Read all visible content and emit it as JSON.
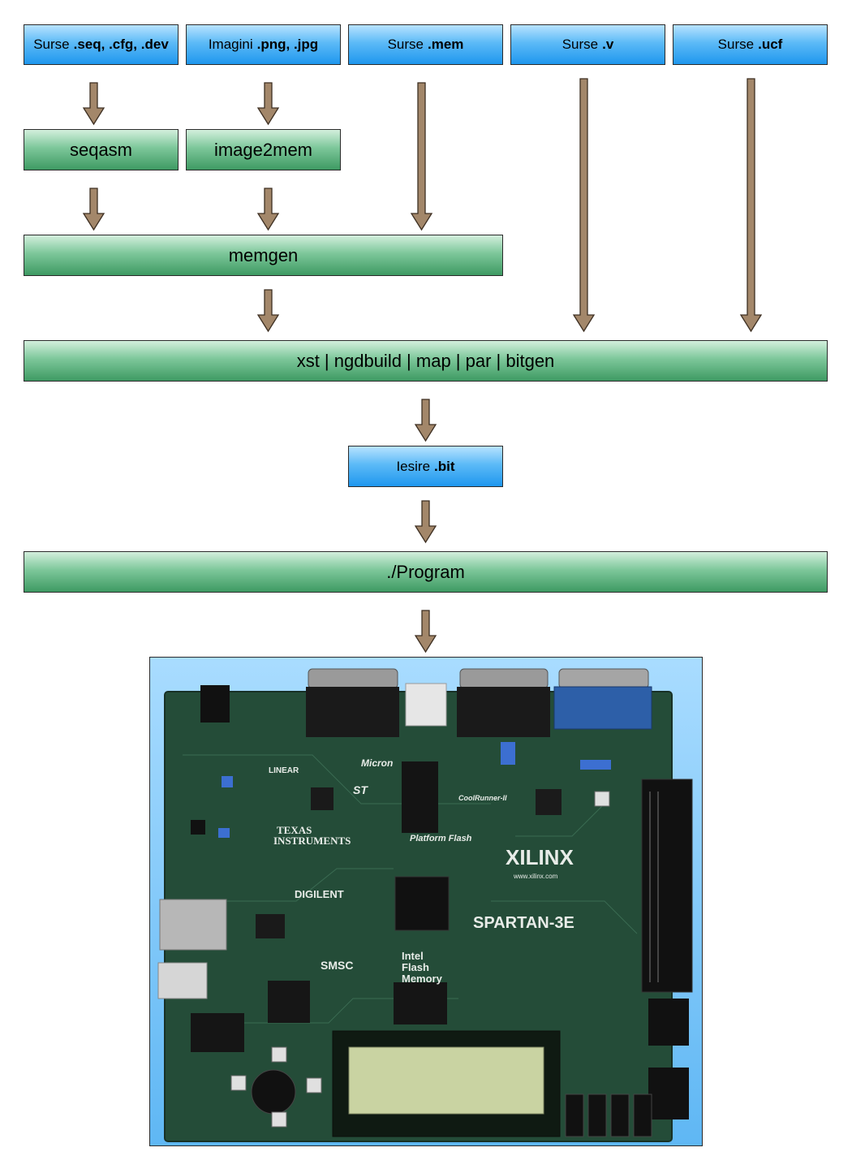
{
  "inputs": [
    {
      "prefix": "Surse",
      "ext": ".seq, .cfg, .dev"
    },
    {
      "prefix": "Imagini",
      "ext": ".png, .jpg"
    },
    {
      "prefix": "Surse",
      "ext": ".mem"
    },
    {
      "prefix": "Surse",
      "ext": ".v"
    },
    {
      "prefix": "Surse",
      "ext": ".ucf"
    }
  ],
  "tools": {
    "seqasm": "seqasm",
    "image2mem": "image2mem",
    "memgen": "memgen",
    "xilinx_flow": "xst | ngdbuild | map | par | bitgen",
    "program": "./Program"
  },
  "output": {
    "prefix": "Iesire",
    "ext": ".bit"
  },
  "board": {
    "brand": "XILINX",
    "family": "SPARTAN-3E",
    "maker": "DIGILENT",
    "ti_line1": "TEXAS",
    "ti_line2": "INSTRUMENTS",
    "micron": "Micron",
    "flash1": "Intel",
    "flash2": "Flash",
    "flash3": "Memory",
    "platform": "Platform Flash",
    "coolrunner": "CoolRunner-II",
    "smsc": "SMSC",
    "linear": "LINEAR",
    "st": "ST",
    "url": "www.xilinx.com"
  },
  "colors": {
    "input_blue": "#1f97ee",
    "tool_green": "#3e9a63",
    "arrow_fill": "#a3876a",
    "pcb_green": "#244c38"
  }
}
